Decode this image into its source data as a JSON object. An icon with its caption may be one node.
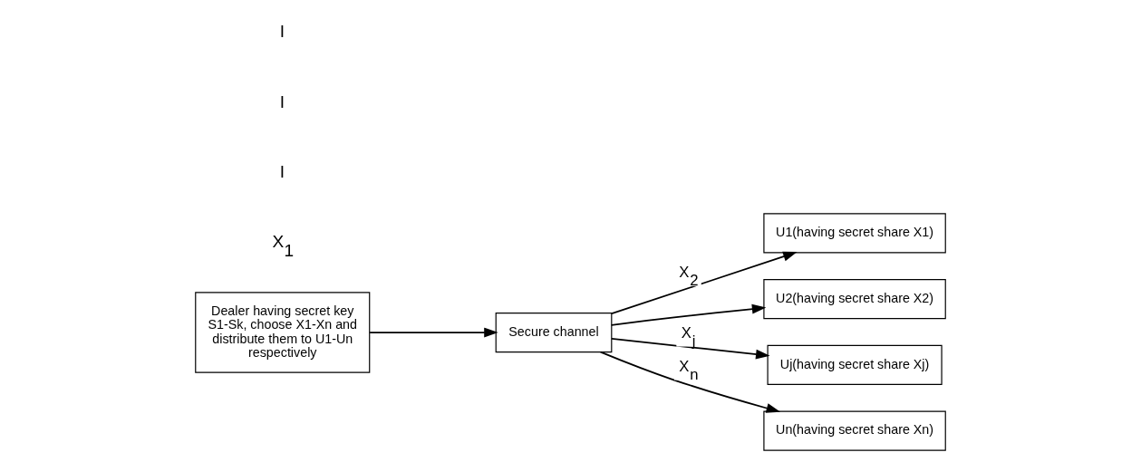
{
  "diagram": {
    "nodes": [
      {
        "text": [
          "Dealer having secret key S1-Sk, choose X1-Xn and distribute them to U1-Un respectively"
        ]
      },
      {
        "text": [
          "Secure channel"
        ]
      },
      {
        "text": [
          "U1(having secret share X1)"
        ]
      },
      {
        "text": [
          "U2(having secret share X2)"
        ]
      },
      {
        "text": [
          "Uj(having secret share Xj)"
        ]
      },
      {
        "text": [
          "Un(having secret share Xn)"
        ]
      }
    ],
    "edges": [
      {
        "from": 0,
        "to": 1,
        "arrow": "to"
      },
      {
        "from": 1,
        "to": 2,
        "arrow": "to",
        "label": "X$_{2}$"
      },
      {
        "from": 1,
        "to": 3,
        "arrow": "to"
      },
      {
        "from": 1,
        "to": 4,
        "arrow": "to",
        "label": "X$_{j}$"
      },
      {
        "from": 1,
        "to": 5,
        "arrow": "to",
        "label": "X$_{n}$"
      }
    ],
    "labels": [
      "X$_{1}$",
      "I",
      "I",
      "I"
    ]
  }
}
